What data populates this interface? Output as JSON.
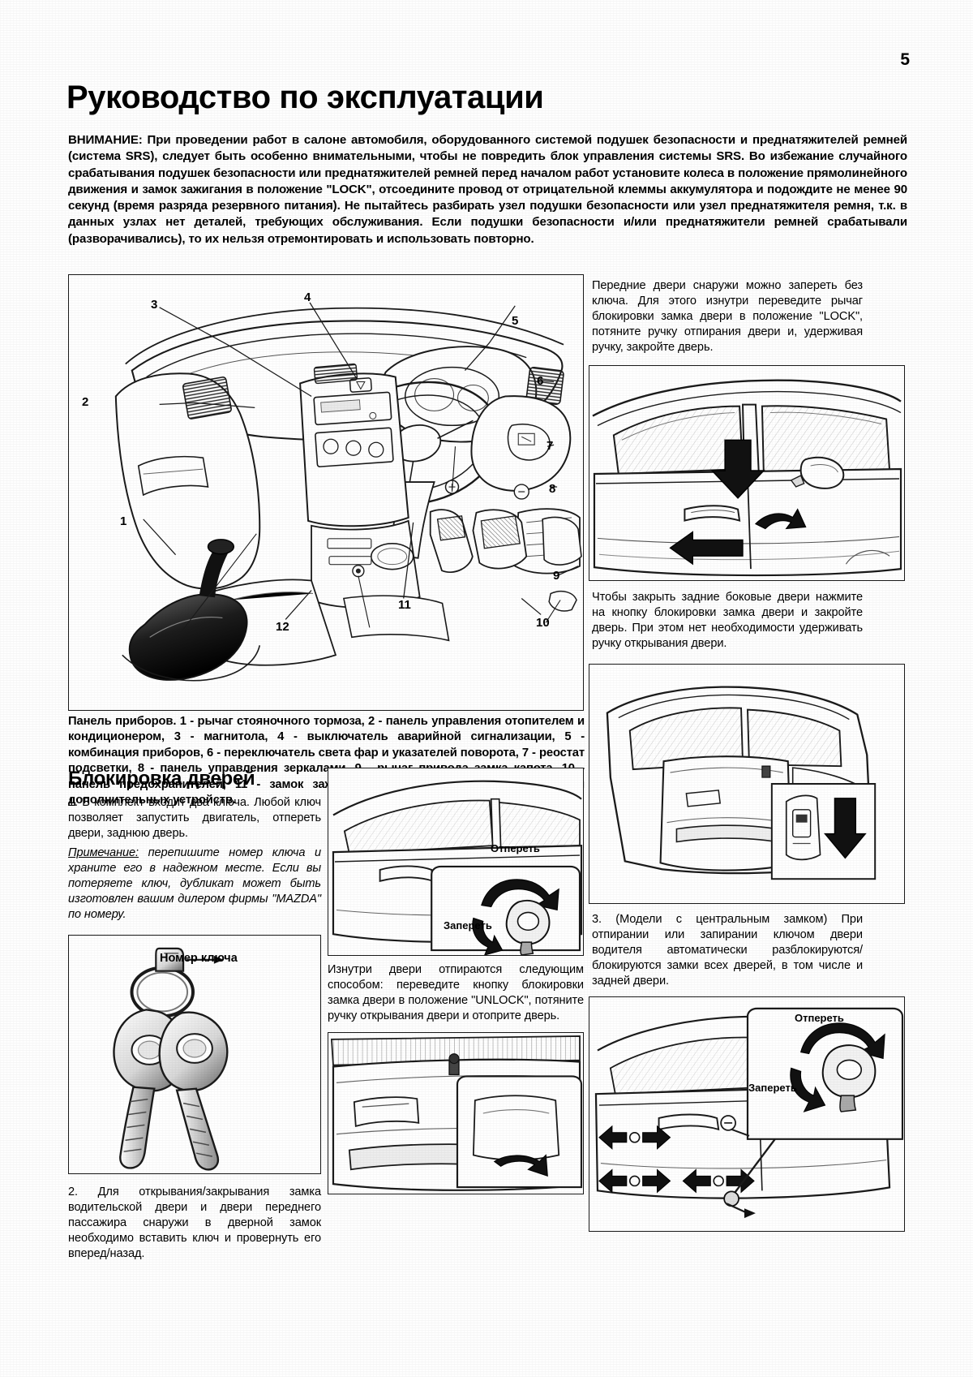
{
  "page": {
    "number": "5",
    "title": "Руководство по эксплуатации"
  },
  "warning": {
    "text": "ВНИМАНИЕ: При проведении работ в салоне автомобиля, оборудованного системой подушек безопасности и преднатяжителей ремней (система SRS), следует быть особенно внимательными, чтобы не повредить блок управления системы SRS. Во избежание случайного срабатывания подушек безопасности или преднатяжителей ремней перед началом работ установите колеса в положение прямолинейного движения и замок зажигания в положение \"LOCK\", отсоедините провод от отрицательной клеммы аккумулятора и подождите не менее 90 секунд (время разряда резервного питания). Не пытайтесь разбирать узел подушки безопасности или узел преднатяжителя ремня, т.к. в данных узлах нет деталей, требующих обслуживания. Если подушки безопасности и/или преднатяжители ремней срабатывали (разворачивались), то их нельзя отремонтировать и использовать повторно."
  },
  "dashboard_figure": {
    "name": "Панель приборов",
    "callouts": [
      "1",
      "2",
      "3",
      "4",
      "5",
      "6",
      "7",
      "8",
      "9",
      "10",
      "11",
      "12"
    ],
    "caption": "Панель приборов. 1 - рычаг стояночного тормоза, 2 - панель управления отопителем и кондиционером, 3 - магнитола, 4 - выключатель аварийной сигнализации, 5 - комбинация приборов, 6 - переключатель света фар и указателей поворота, 7 - реостат подсветки, 8 - панель управления зеркалами, 9 - рычаг привода замка капота, 10 - панель предохранителей, 11 - замок зажигания, 12 - розетка для подключения дополнительных устройств."
  },
  "right_column": {
    "para_1": "Передние двери снаружи можно запереть без ключа. Для этого изнутри переведите рычаг блокировки замка двери в положение \"LOCK\", потяните ручку отпирания двери и, удерживая ручку, закройте дверь.",
    "para_2": "Чтобы закрыть задние боковые двери нажмите на кнопку блокировки замка двери и закройте дверь. При этом нет необходимости удерживать ручку открывания двери.",
    "para_3": "3. (Модели с центральным замком) При отпирании или запирании ключом двери водителя автоматически разблокируются/блокируются замки всех дверей, в том числе и задней двери."
  },
  "door_lock_section": {
    "heading": "Блокировка дверей",
    "item_1": "1. В комплект входит два ключа. Любой ключ позволяет запустить двигатель, отпереть двери, заднюю дверь.",
    "note_lead": "Примечание:",
    "note_text": " перепишите номер ключа и храните его в надежном месте. Если вы потеряете ключ, дубликат может быть изготовлен вашим дилером фирмы \"MAZDA\" по номеру.",
    "item_2": "2. Для открывания/закрывания замка водительской двери и двери переднего пассажира снаружи в дверной замок необходимо вставить ключ и провернуть его вперед/назад.",
    "key_number_label": "Номер ключа",
    "middle_para": "Изнутри двери отпираются следующим способом: переведите кнопку блокировки замка двери в положение \"UNLOCK\", потяните ручку открывания двери и отоприте дверь."
  },
  "lock_labels": {
    "unlock": "Отпереть",
    "lock": "Запереть"
  },
  "colors": {
    "ink": "#1a1a1a",
    "paper": "#ffffff",
    "line": "#2a2a2a"
  }
}
